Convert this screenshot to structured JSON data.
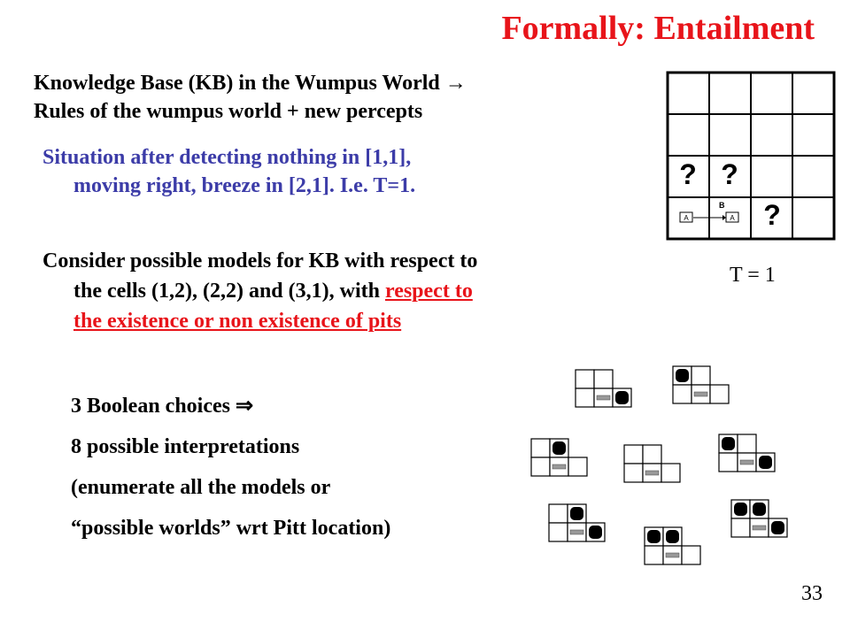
{
  "title": "Formally: Entailment",
  "kb_line1": "Knowledge Base (KB) in the Wumpus World →",
  "kb_line2": "Rules of the wumpus world + new percepts",
  "situation_line1": "Situation after detecting nothing in [1,1],",
  "situation_line2": "moving right, breeze in [2,1]. I.e. T=1.",
  "consider_line1": "Consider possible models for KB with respect to",
  "consider_line2": "the cells (1,2),  (2,2) and (3,1), with",
  "consider_line2_red": "respect to",
  "consider_line3_red": "the existence or non existence of  pits",
  "choices": [
    "3 Boolean choices ⇒",
    "8 possible interpretations",
    "(enumerate all the models or",
    "“possible worlds” wrt Pitt location)"
  ],
  "grid_question_mark": "?",
  "grid_agent_label": "A",
  "grid_breeze_label": "B",
  "t_label": "T = 1",
  "page_number": "33",
  "colors": {
    "title": "#e8141a",
    "situation": "#3c3ca8",
    "underline_red": "#e8141a"
  }
}
